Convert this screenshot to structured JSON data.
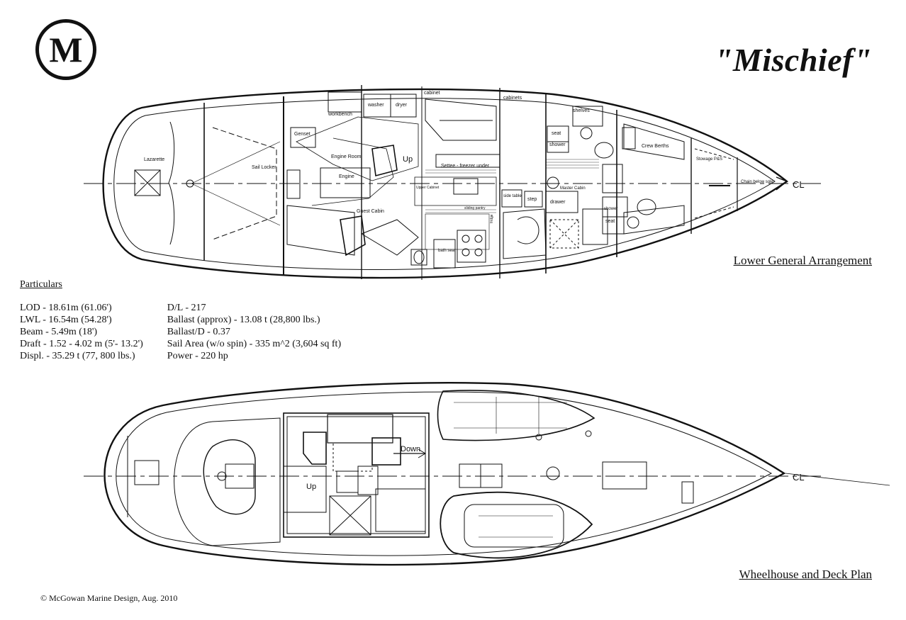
{
  "logo_letter": "M",
  "title": "\"Mischief\"",
  "captions": {
    "lower": "Lower General Arrangement",
    "deck": "Wheelhouse and Deck Plan"
  },
  "particulars": {
    "heading": "Particulars",
    "left": [
      "LOD - 18.61m (61.06')",
      "LWL - 16.54m (54.28')",
      "Beam - 5.49m (18')",
      "Draft - 1.52 - 4.02 m (5'- 13.2')",
      "Displ. - 35.29 t (77, 800 lbs.)"
    ],
    "right": [
      "D/L - 217",
      "Ballast (approx) - 13.08 t  (28,800 lbs.)",
      "Ballast/D - 0.37",
      "Sail Area (w/o spin) - 335 m^2  (3,604 sq ft)",
      "Power - 220 hp"
    ]
  },
  "credit": "© McGowan Marine Design, Aug. 2010",
  "lower_labels": {
    "lazarette": "Lazarette",
    "sail_locker": "Sail Locker",
    "genset": "Genset",
    "workbench": "workbench",
    "engine_room": "Engine Room",
    "engine": "Engine",
    "washer": "washer",
    "dryer": "dryer",
    "cabinet": "cabinet",
    "cabinets": "cabinets",
    "up": "Up",
    "settee": "Settee - freezer under",
    "upper_cabinet": "Upper Cabinet",
    "sliding_pantry": "sliding pantry",
    "fridge": "fridge",
    "guest_cabin": "Guest Cabin",
    "bath_seat": "bath seat",
    "side_table": "side table",
    "step": "step",
    "master_cabin": "Master Cabin",
    "drawer": "drawer",
    "seat_upper": "seat",
    "shower_upper": "shower",
    "shelves": "shelves",
    "shower_lower": "shower",
    "seat_lower": "seat",
    "crew_berths": "Crew Berths",
    "stowage": "Stowage P&S",
    "chain": "Chain below sole",
    "centerline": "CL"
  },
  "deck_labels": {
    "down": "Down",
    "up": "Up",
    "centerline": "CL"
  }
}
